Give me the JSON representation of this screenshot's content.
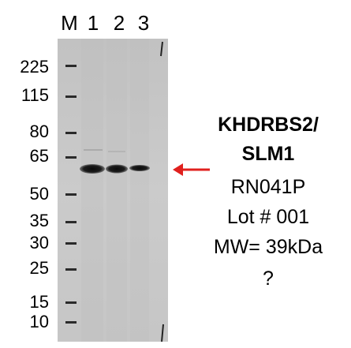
{
  "lanes": {
    "marker": "M",
    "lane1": "1",
    "lane2": "2",
    "lane3": "3"
  },
  "mw_markers": [
    "225",
    "115",
    "80",
    "65",
    "50",
    "35",
    "30",
    "25",
    "15",
    "10"
  ],
  "antibody": {
    "name_line1": "KHDRBS2/",
    "name_line2": "SLM1",
    "catalog": "RN041P",
    "lot": "Lot # 001",
    "mw": "MW= 39kDa",
    "note": "?"
  },
  "colors": {
    "arrow": "#e0201e",
    "membrane": "#c9c9c9",
    "band": "#141414"
  }
}
